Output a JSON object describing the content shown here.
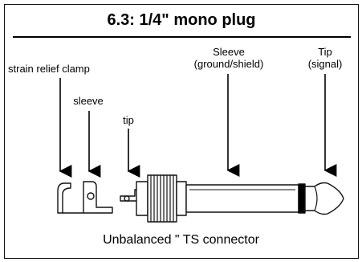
{
  "title": "6.3: 1/4\" mono plug",
  "labels": {
    "strain_relief": "strain relief clamp",
    "sleeve_part": "sleeve",
    "tip_part": "tip",
    "sleeve_top": "Sleeve",
    "sleeve_sub": "(ground/shield)",
    "tip_top": "Tip",
    "tip_sub": "(signal)"
  },
  "caption": "Unbalanced \" TS connector"
}
